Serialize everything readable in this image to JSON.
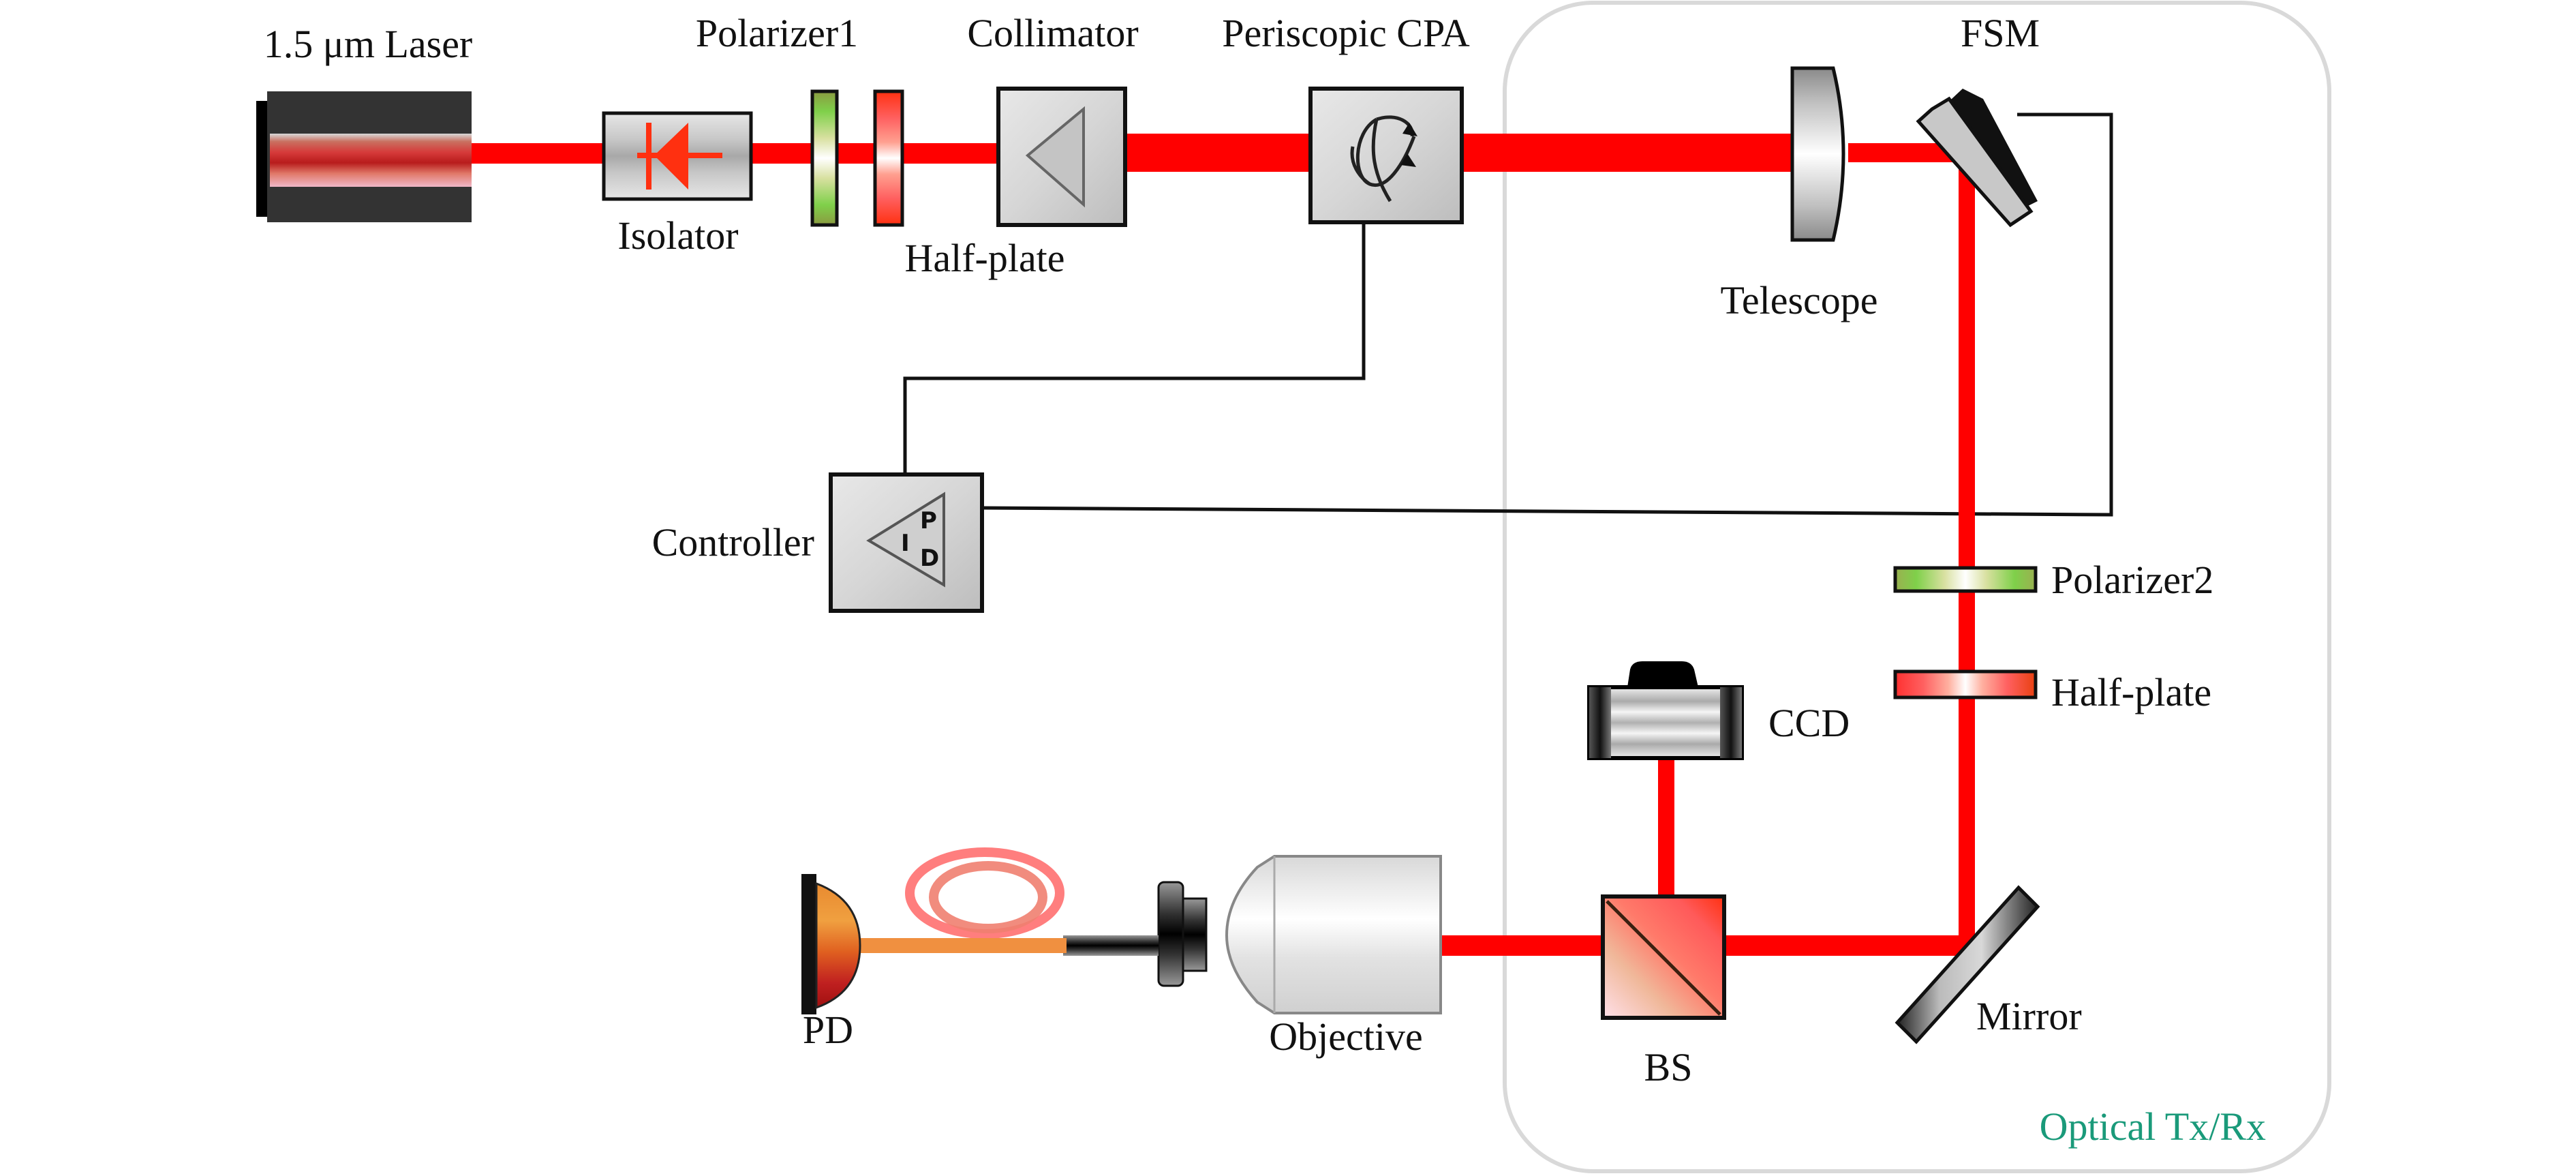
{
  "figure": {
    "type": "optical setup schematic",
    "region_label": "Optical Tx/Rx",
    "region_label_color": "#1a9a7a",
    "beam_color": "#ff0000",
    "wire_color": "#111111"
  },
  "components": {
    "laser": {
      "label": "1.5 μm Laser"
    },
    "isolator": {
      "label": "Isolator"
    },
    "polarizer1": {
      "label": "Polarizer1"
    },
    "halfplate1": {
      "label": "Half-plate"
    },
    "collimator": {
      "label": "Collimator"
    },
    "cpa": {
      "label": "Periscopic CPA"
    },
    "telescope": {
      "label": "Telescope"
    },
    "fsm": {
      "label": "FSM"
    },
    "controller": {
      "label": "Controller",
      "glyph_letters": [
        "P",
        "I",
        "D"
      ]
    },
    "polarizer2": {
      "label": "Polarizer2"
    },
    "halfplate2": {
      "label": "Half-plate"
    },
    "ccd": {
      "label": "CCD"
    },
    "bs": {
      "label": "BS"
    },
    "mirror": {
      "label": "Mirror"
    },
    "objective": {
      "label": "Objective"
    },
    "pd": {
      "label": "PD"
    }
  }
}
